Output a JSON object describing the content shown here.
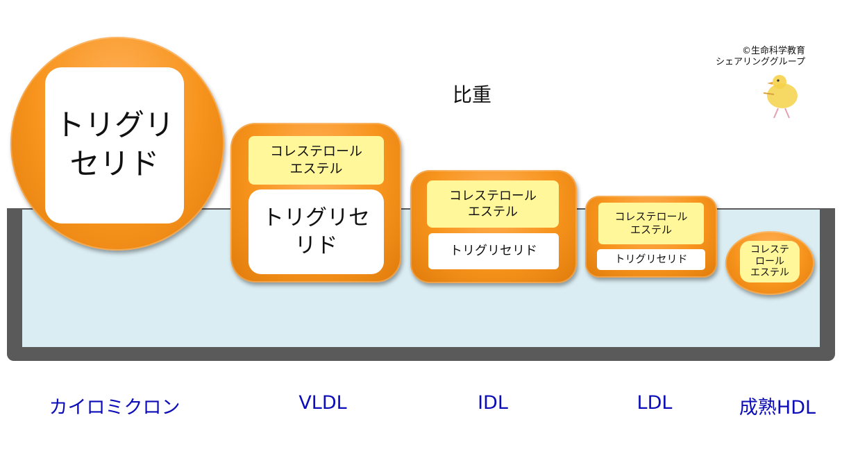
{
  "title": "比重",
  "credit": {
    "line1": "©生命科学教育",
    "line2": "シェアリンググループ"
  },
  "particles": {
    "chylomicron": {
      "label": "カイロミクロン",
      "tg": "トリグリ\nセリド"
    },
    "vldl": {
      "label": "VLDL",
      "ce": "コレステロール\nエステル",
      "tg": "トリグリセ\nリド"
    },
    "idl": {
      "label": "IDL",
      "ce": "コレステロール\nエステル",
      "tg": "トリグリセリド"
    },
    "ldl": {
      "label": "LDL",
      "ce": "コレステロール\nエステル",
      "tg": "トリグリセリド"
    },
    "hdl": {
      "label": "成熟HDL",
      "ce": "コレステ\nロール\nエステル"
    }
  },
  "colors": {
    "particle": "#f7941d",
    "ester": "#fff799",
    "label": "#0c0cb8",
    "water": "#daedf2",
    "tank": "#5a5a5a"
  }
}
